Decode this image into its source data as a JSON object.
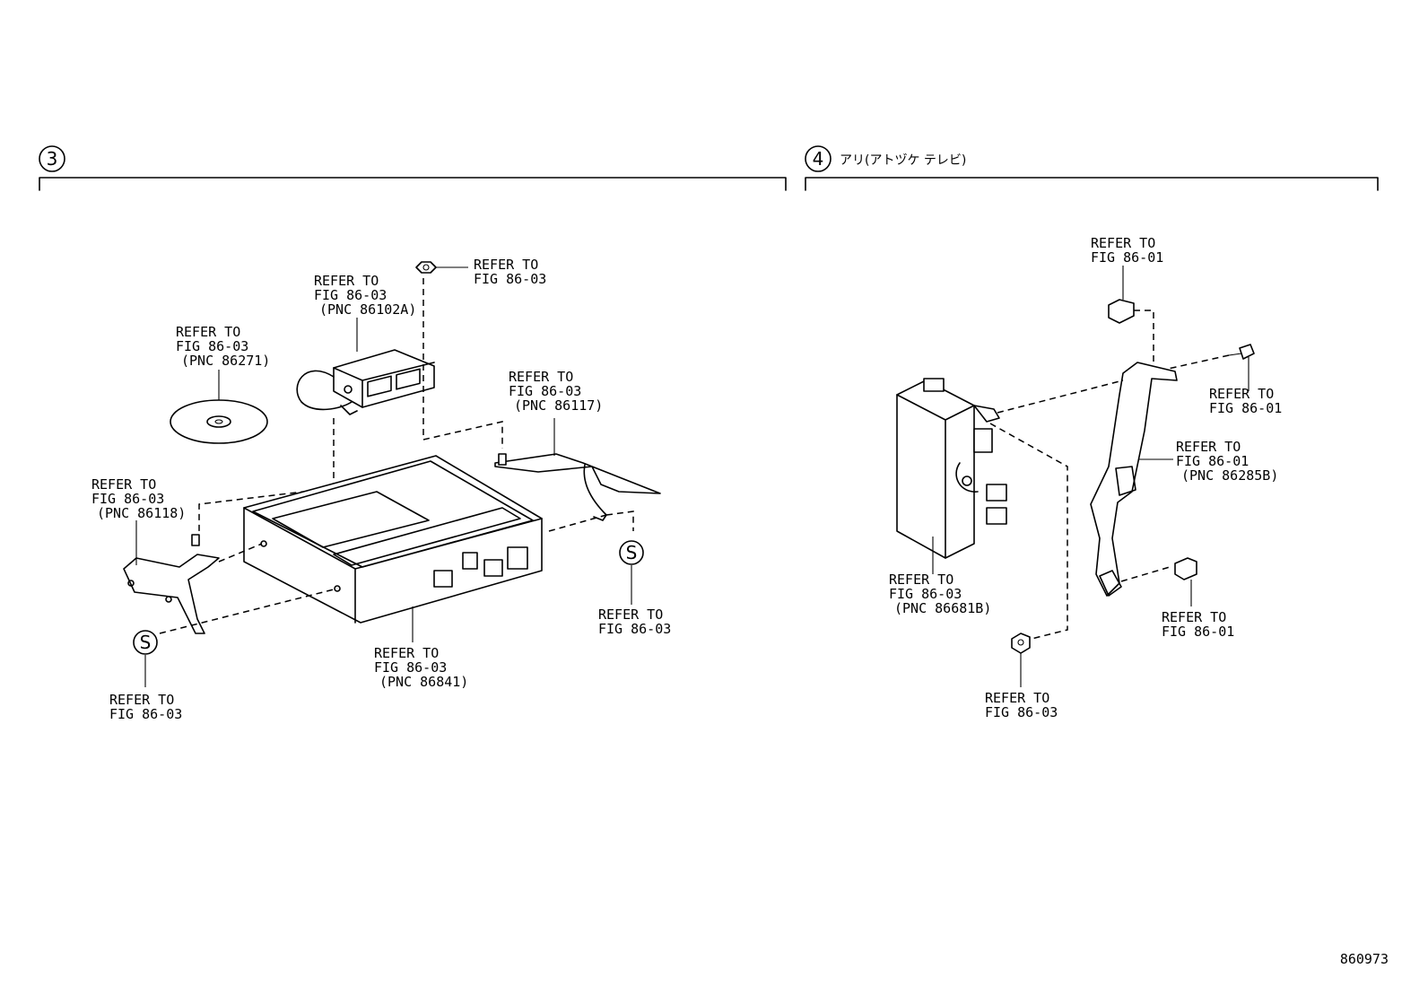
{
  "sections": {
    "left": {
      "number": "3"
    },
    "right": {
      "number": "4",
      "title": "アリ(アトヅケ テレビ)"
    }
  },
  "symbols": {
    "s_mark": "S"
  },
  "labels": {
    "disc": [
      "REFER TO",
      "FIG 86-03",
      "(PNC 86271)"
    ],
    "receiver": [
      "REFER TO",
      "FIG 86-03",
      "(PNC 86102A)"
    ],
    "nut_top": [
      "REFER TO",
      "FIG 86-03"
    ],
    "bracket_right": [
      "REFER TO",
      "FIG 86-03",
      "(PNC 86117)"
    ],
    "bracket_left": [
      "REFER TO",
      "FIG 86-03",
      "(PNC 86118)"
    ],
    "screw_right": [
      "REFER TO",
      "FIG 86-03"
    ],
    "player": [
      "REFER TO",
      "FIG 86-03",
      "(PNC 86841)"
    ],
    "screw_left": [
      "REFER TO",
      "FIG 86-03"
    ],
    "nut_r4_top": [
      "REFER TO",
      "FIG 86-01"
    ],
    "bolt_r4_top": [
      "REFER TO",
      "FIG 86-01"
    ],
    "bracket_r4": [
      "REFER TO",
      "FIG 86-01",
      "(PNC 86285B)"
    ],
    "tv_unit": [
      "REFER TO",
      "FIG 86-03",
      "(PNC 86681B)"
    ],
    "bolt_r4_bottom": [
      "REFER TO",
      "FIG 86-01"
    ],
    "nut_r4_bottom": [
      "REFER TO",
      "FIG 86-03"
    ]
  },
  "figure_number": "860973"
}
